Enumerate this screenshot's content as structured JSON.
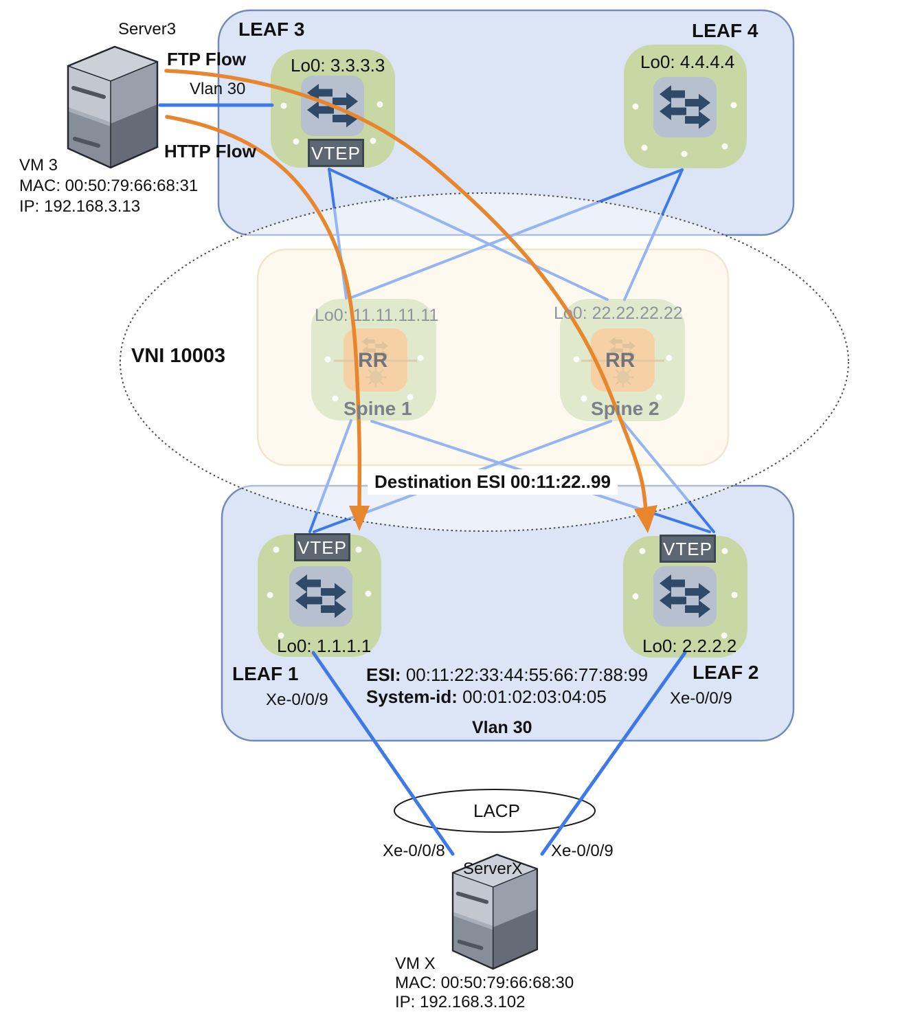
{
  "server3": {
    "name": "Server3",
    "vm": "VM 3",
    "mac": "MAC: 00:50:79:66:68:31",
    "ip": "IP: 192.168.3.13"
  },
  "flows": {
    "ftp": "FTP Flow",
    "http": "HTTP Flow"
  },
  "links": {
    "vlan30_top": "Vlan 30",
    "vlan30_bottom": "Vlan 30",
    "lacp": "LACP",
    "dest_esi": "Destination ESI 00:11:22..99",
    "esi_label": "ESI:",
    "esi_value": "00:11:22:33:44:55:66:77:88:99",
    "sysid_label": "System-id:",
    "sysid_value": "00:01:02:03:04:05",
    "vni": "VNI 10003"
  },
  "leaf3": {
    "title": "LEAF 3",
    "lo0": "Lo0: 3.3.3.3",
    "vtep": "VTEP"
  },
  "leaf4": {
    "title": "LEAF 4",
    "lo0": "Lo0: 4.4.4.4"
  },
  "spine1": {
    "lo0": "Lo0: 11.11.11.11",
    "rr": "RR",
    "name": "Spine 1"
  },
  "spine2": {
    "lo0": "Lo0: 22.22.22.22",
    "rr": "RR",
    "name": "Spine 2"
  },
  "leaf1": {
    "title": "LEAF 1",
    "lo0": "Lo0: 1.1.1.1",
    "vtep": "VTEP",
    "port": "Xe-0/0/9"
  },
  "leaf2": {
    "title": "LEAF 2",
    "lo0": "Lo0: 2.2.2.2",
    "vtep": "VTEP",
    "port": "Xe-0/0/9"
  },
  "serverx": {
    "name": "ServerX",
    "vm": "VM X",
    "mac": "MAC: 00:50:79:66:68:30",
    "ip": "IP: 192.168.3.102",
    "port_left": "Xe-0/0/8",
    "port_right": "Xe-0/0/9"
  },
  "colors": {
    "flow_orange": "#e8862e",
    "link_blue": "#3d79e8",
    "link_blue_washed": "#93b5f2",
    "leaf_green": "#c8d8a5",
    "spine_orange": "#efac5c",
    "pod_blue_fill": "#dce5f6",
    "pod_blue_border": "#7289bc",
    "spine_pod_fill": "#fcf5e2",
    "spine_pod_border": "#e3d2a0",
    "vtep_fill": "#5c6773",
    "switch_icon_fill": "#b6c0ce",
    "switch_arrow": "#2e4a68"
  }
}
